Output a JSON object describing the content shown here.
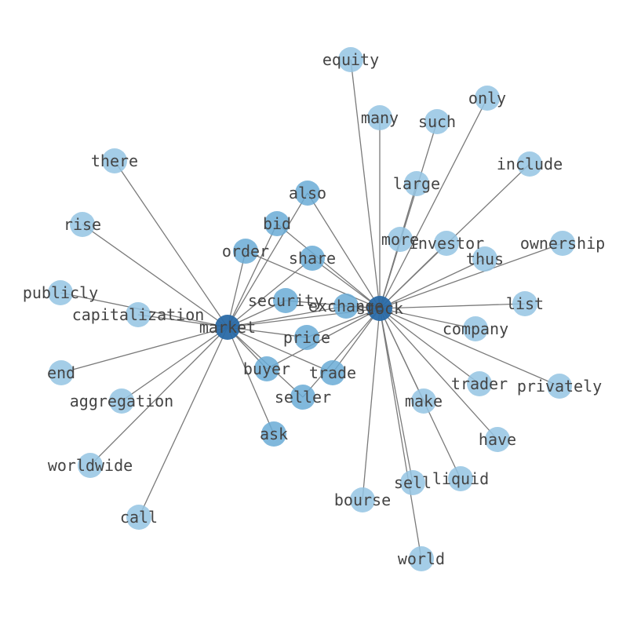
{
  "colors": {
    "hub": "#2a6aa6",
    "mid": "#6aabd6",
    "leaf": "#94c4e3",
    "edge": "#7a7a7a",
    "label": "#444444"
  },
  "graph": {
    "hubs": [
      "stock",
      "market"
    ],
    "nodes": [
      {
        "id": "stock",
        "label": "stock",
        "level": "hub"
      },
      {
        "id": "market",
        "label": "market",
        "level": "hub"
      },
      {
        "id": "exchange",
        "label": "exchange",
        "level": "mid"
      },
      {
        "id": "security",
        "label": "security",
        "level": "mid"
      },
      {
        "id": "share",
        "label": "share",
        "level": "mid"
      },
      {
        "id": "price",
        "label": "price",
        "level": "mid"
      },
      {
        "id": "trade",
        "label": "trade",
        "level": "mid"
      },
      {
        "id": "buyer",
        "label": "buyer",
        "level": "mid"
      },
      {
        "id": "seller",
        "label": "seller",
        "level": "mid"
      },
      {
        "id": "ask",
        "label": "ask",
        "level": "mid"
      },
      {
        "id": "bid",
        "label": "bid",
        "level": "mid"
      },
      {
        "id": "also",
        "label": "also",
        "level": "mid"
      },
      {
        "id": "order",
        "label": "order",
        "level": "mid"
      },
      {
        "id": "investor",
        "label": "investor",
        "level": "leaf"
      },
      {
        "id": "large",
        "label": "large",
        "level": "leaf"
      },
      {
        "id": "more",
        "label": "more",
        "level": "leaf"
      },
      {
        "id": "equity",
        "label": "equity",
        "level": "leaf"
      },
      {
        "id": "many",
        "label": "many",
        "level": "leaf"
      },
      {
        "id": "such",
        "label": "such",
        "level": "leaf"
      },
      {
        "id": "only",
        "label": "only",
        "level": "leaf"
      },
      {
        "id": "include",
        "label": "include",
        "level": "leaf"
      },
      {
        "id": "ownership",
        "label": "ownership",
        "level": "leaf"
      },
      {
        "id": "thus",
        "label": "thus",
        "level": "leaf"
      },
      {
        "id": "list",
        "label": "list",
        "level": "leaf"
      },
      {
        "id": "company",
        "label": "company",
        "level": "leaf"
      },
      {
        "id": "trader",
        "label": "trader",
        "level": "leaf"
      },
      {
        "id": "privately",
        "label": "privately",
        "level": "leaf"
      },
      {
        "id": "make",
        "label": "make",
        "level": "leaf"
      },
      {
        "id": "have",
        "label": "have",
        "level": "leaf"
      },
      {
        "id": "liquid",
        "label": "liquid",
        "level": "leaf"
      },
      {
        "id": "sell",
        "label": "sell",
        "level": "leaf"
      },
      {
        "id": "bourse",
        "label": "bourse",
        "level": "leaf"
      },
      {
        "id": "world",
        "label": "world",
        "level": "leaf"
      },
      {
        "id": "there",
        "label": "there",
        "level": "leaf"
      },
      {
        "id": "rise",
        "label": "rise",
        "level": "leaf"
      },
      {
        "id": "publicly",
        "label": "publicly",
        "level": "leaf"
      },
      {
        "id": "capitalization",
        "label": "capitalization",
        "level": "leaf"
      },
      {
        "id": "end",
        "label": "end",
        "level": "leaf"
      },
      {
        "id": "aggregation",
        "label": "aggregation",
        "level": "leaf"
      },
      {
        "id": "worldwide",
        "label": "worldwide",
        "level": "leaf"
      },
      {
        "id": "call",
        "label": "call",
        "level": "leaf"
      }
    ],
    "edges": [
      [
        "stock",
        "market"
      ],
      [
        "stock",
        "equity"
      ],
      [
        "stock",
        "many"
      ],
      [
        "stock",
        "such"
      ],
      [
        "stock",
        "only"
      ],
      [
        "stock",
        "include"
      ],
      [
        "stock",
        "large"
      ],
      [
        "stock",
        "more"
      ],
      [
        "stock",
        "investor"
      ],
      [
        "stock",
        "thus"
      ],
      [
        "stock",
        "ownership"
      ],
      [
        "stock",
        "list"
      ],
      [
        "stock",
        "company"
      ],
      [
        "stock",
        "trader"
      ],
      [
        "stock",
        "privately"
      ],
      [
        "stock",
        "have"
      ],
      [
        "stock",
        "make"
      ],
      [
        "stock",
        "liquid"
      ],
      [
        "stock",
        "sell"
      ],
      [
        "stock",
        "world"
      ],
      [
        "stock",
        "bourse"
      ],
      [
        "stock",
        "exchange"
      ],
      [
        "stock",
        "share"
      ],
      [
        "stock",
        "also"
      ],
      [
        "stock",
        "bid"
      ],
      [
        "stock",
        "order"
      ],
      [
        "stock",
        "security"
      ],
      [
        "stock",
        "price"
      ],
      [
        "stock",
        "trade"
      ],
      [
        "stock",
        "seller"
      ],
      [
        "stock",
        "buyer"
      ],
      [
        "market",
        "there"
      ],
      [
        "market",
        "rise"
      ],
      [
        "market",
        "publicly"
      ],
      [
        "market",
        "capitalization"
      ],
      [
        "market",
        "end"
      ],
      [
        "market",
        "aggregation"
      ],
      [
        "market",
        "worldwide"
      ],
      [
        "market",
        "call"
      ],
      [
        "market",
        "ask"
      ],
      [
        "market",
        "buyer"
      ],
      [
        "market",
        "seller"
      ],
      [
        "market",
        "trade"
      ],
      [
        "market",
        "price"
      ],
      [
        "market",
        "security"
      ],
      [
        "market",
        "exchange"
      ],
      [
        "market",
        "share"
      ],
      [
        "market",
        "order"
      ],
      [
        "market",
        "bid"
      ],
      [
        "market",
        "also"
      ]
    ]
  }
}
